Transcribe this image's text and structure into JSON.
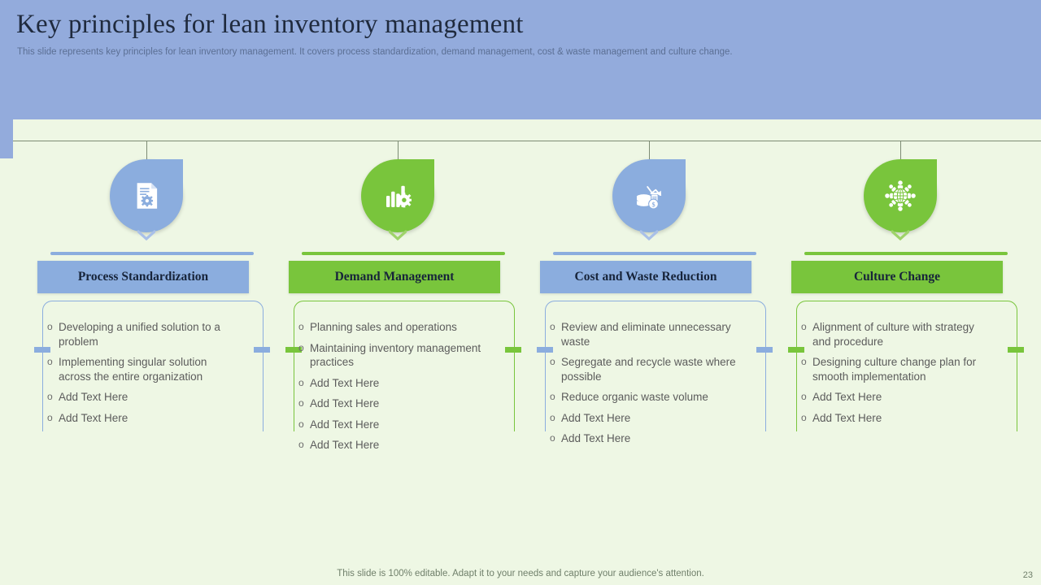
{
  "header": {
    "title": "Key principles for lean inventory management",
    "subtitle": "This slide represents key principles for lean inventory management. It covers process standardization, demand management, cost & waste management and culture change."
  },
  "colors": {
    "header_band": "#93abdc",
    "canvas": "#eef7e4",
    "blue": "#8badde",
    "green": "#79c53c",
    "spine": "#7d8c74",
    "body_text": "#5c5c5c"
  },
  "columns": [
    {
      "accent": "blue",
      "icon": "document-gear-icon",
      "title": "Process Standardization",
      "items": [
        "Developing a unified solution to a problem",
        "Implementing singular solution across the entire organization",
        "Add Text Here",
        "Add Text Here"
      ]
    },
    {
      "accent": "green",
      "icon": "bar-chart-gear-icon",
      "title": "Demand Management",
      "items": [
        "Planning sales and operations",
        "Maintaining inventory management practices",
        "Add Text Here",
        "Add Text Here",
        "Add Text Here",
        "Add Text Here"
      ]
    },
    {
      "accent": "blue",
      "icon": "coins-waste-decline-icon",
      "title": "Cost and Waste Reduction",
      "items": [
        "Review and eliminate unnecessary waste",
        "Segregate and recycle waste where possible",
        "Reduce organic waste volume",
        "Add Text Here",
        "Add Text Here"
      ]
    },
    {
      "accent": "green",
      "icon": "global-network-people-icon",
      "title": "Culture Change",
      "items": [
        "Alignment of culture with strategy and procedure",
        "Designing culture change plan for smooth implementation",
        "Add Text Here",
        "Add Text Here"
      ]
    }
  ],
  "footer": {
    "note": "This slide is 100% editable. Adapt it to your needs and capture your audience's attention.",
    "page_number": "23"
  },
  "bullet_glyph": "o"
}
